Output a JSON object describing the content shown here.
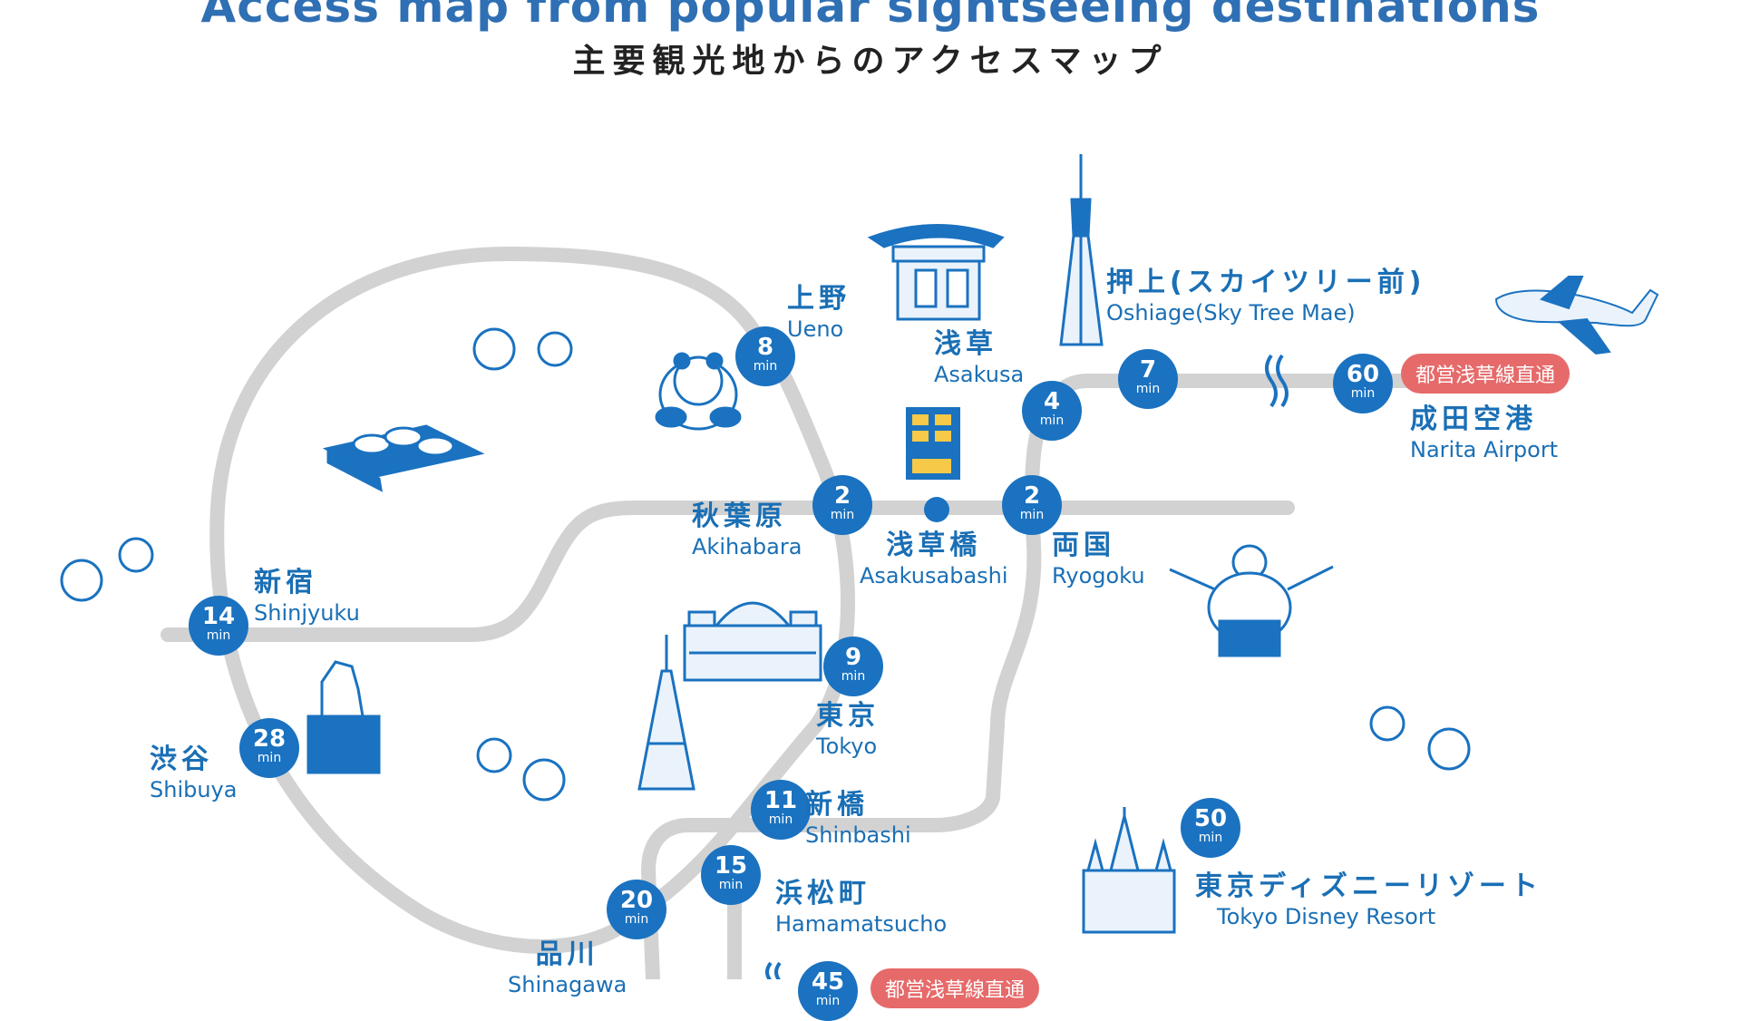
{
  "header": {
    "title_en": "Access map from popular sightseeing destinations",
    "title_jp": "主要観光地からのアクセスマップ"
  },
  "colors": {
    "route": "#d2d2d2",
    "primary": "#1a72c0",
    "badge": "#e66a6a",
    "text": "#1a6fb5"
  },
  "stations": {
    "ueno": {
      "jp": "上野",
      "en": "Ueno",
      "minutes": "8"
    },
    "asakusa": {
      "jp": "浅草",
      "en": "Asakusa",
      "minutes": "4"
    },
    "oshiage": {
      "jp": "押上(スカイツリー前)",
      "en": "Oshiage(Sky Tree Mae)",
      "minutes": "7"
    },
    "narita": {
      "jp": "成田空港",
      "en": "Narita Airport",
      "minutes": "60",
      "badge": "都営浅草線直通"
    },
    "akihabara": {
      "jp": "秋葉原",
      "en": "Akihabara",
      "minutes": "2"
    },
    "asakusabashi": {
      "jp": "浅草橋",
      "en": "Asakusabashi"
    },
    "ryogoku": {
      "jp": "両国",
      "en": "Ryogoku",
      "minutes": "2"
    },
    "shinjuku": {
      "jp": "新宿",
      "en": "Shinjyuku",
      "minutes": "14"
    },
    "shibuya": {
      "jp": "渋谷",
      "en": "Shibuya",
      "minutes": "28"
    },
    "tokyo": {
      "jp": "東京",
      "en": "Tokyo",
      "minutes": "9"
    },
    "shinbashi": {
      "jp": "新橋",
      "en": "Shinbashi",
      "minutes": "11"
    },
    "hamamatsucho": {
      "jp": "浜松町",
      "en": "Hamamatsucho",
      "minutes": "15"
    },
    "shinagawa": {
      "jp": "品川",
      "en": "Shinagawa",
      "minutes": "20"
    },
    "disney": {
      "jp": "東京ディズニーリゾート",
      "en": "Tokyo Disney Resort",
      "minutes": "50"
    },
    "haneda": {
      "minutes": "45",
      "badge": "都営浅草線直通"
    }
  },
  "unit": "min",
  "icons": [
    "sensoji-gate-icon",
    "skytree-icon",
    "airplane-icon",
    "panda-icon",
    "sushi-icon",
    "hotel-building-icon",
    "tokyo-station-icon",
    "tokyo-tower-icon",
    "hachiko-statue-icon",
    "sumo-wrestler-icon",
    "disney-castle-icon",
    "cherry-blossom-icon",
    "wave-break-icon"
  ]
}
